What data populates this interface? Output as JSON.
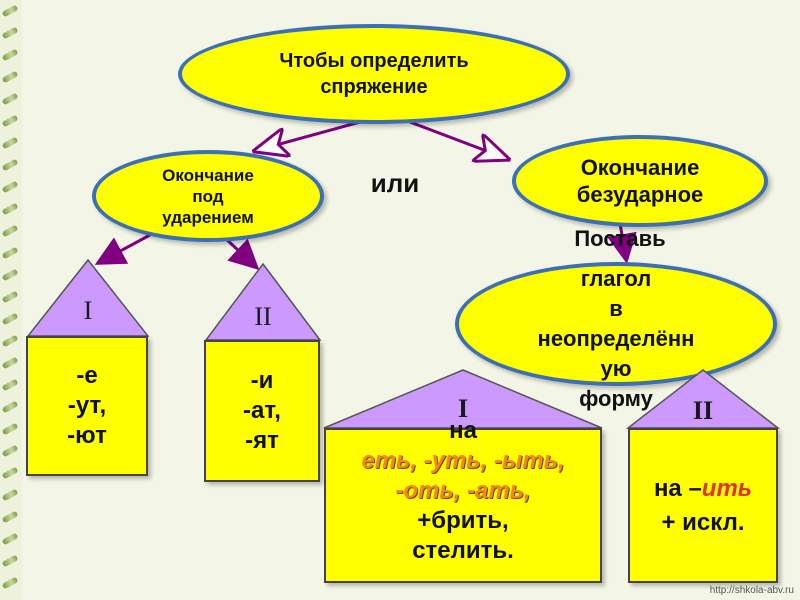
{
  "top_ellipse": {
    "line1": "Чтобы определить",
    "line2": "спряжение"
  },
  "left_ellipse": {
    "line1": "Окончание",
    "line2": "под",
    "line3": "ударением"
  },
  "or_word": "или",
  "right_ellipse": {
    "line1": "Окончание",
    "line2": "безударное"
  },
  "put_text": "Поставь",
  "middle_ellipse": {
    "line1": "глагол",
    "line2": "в",
    "line3": "неопределённ",
    "line4": "ую",
    "line5": "форму"
  },
  "house1": {
    "roof": "I",
    "l1": "-е",
    "l2": "-ут,",
    "l3": "-ют"
  },
  "house2": {
    "roof": "II",
    "l1": "-и",
    "l2": "-ат,",
    "l3": "-ят"
  },
  "house3": {
    "roof": "I",
    "l1": "на",
    "l2": "еть, -уть, -ыть,",
    "l3": "-оть, -ать,",
    "l4": "+брить,",
    "l5": "стелить."
  },
  "house4": {
    "roof": "II",
    "l1a": "на –",
    "l1b": "ить",
    "l2": "+ искл."
  },
  "footer": "http://shkola-abv.ru",
  "colors": {
    "fill": "#ffff00",
    "ellipse_border": "#3d6fb5",
    "roof": "#cc99ff",
    "arrow": "#800080"
  }
}
